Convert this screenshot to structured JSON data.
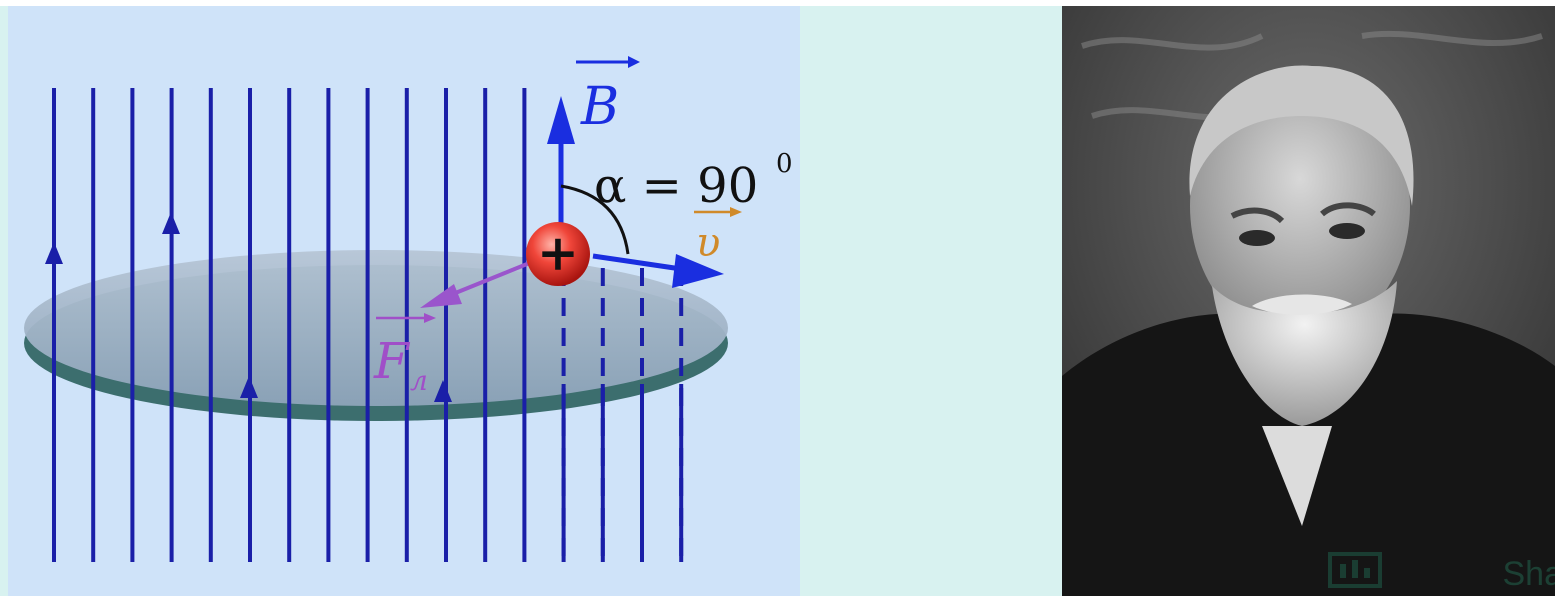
{
  "diagram": {
    "labels": {
      "b_vector": "B",
      "alpha_eq": "α = 90",
      "alpha_degree": "0",
      "v_vector": "υ",
      "f_vector": "F",
      "f_subscript": "л",
      "charge_sign": "+"
    },
    "colors": {
      "field_lines": "#1a1fa8",
      "b_arrow": "#1a2ee0",
      "v_arrow": "#1a2ee0",
      "v_label": "#d08a2a",
      "f_arrow": "#9a55cc",
      "f_label": "#a04fc8",
      "charge": "#e23a32",
      "plane_top": "#9fb3c8",
      "plane_edge": "#3c6e6e"
    }
  },
  "photo": {
    "watermark_text": "Sha",
    "watermark_icon": "presentation-icon"
  }
}
